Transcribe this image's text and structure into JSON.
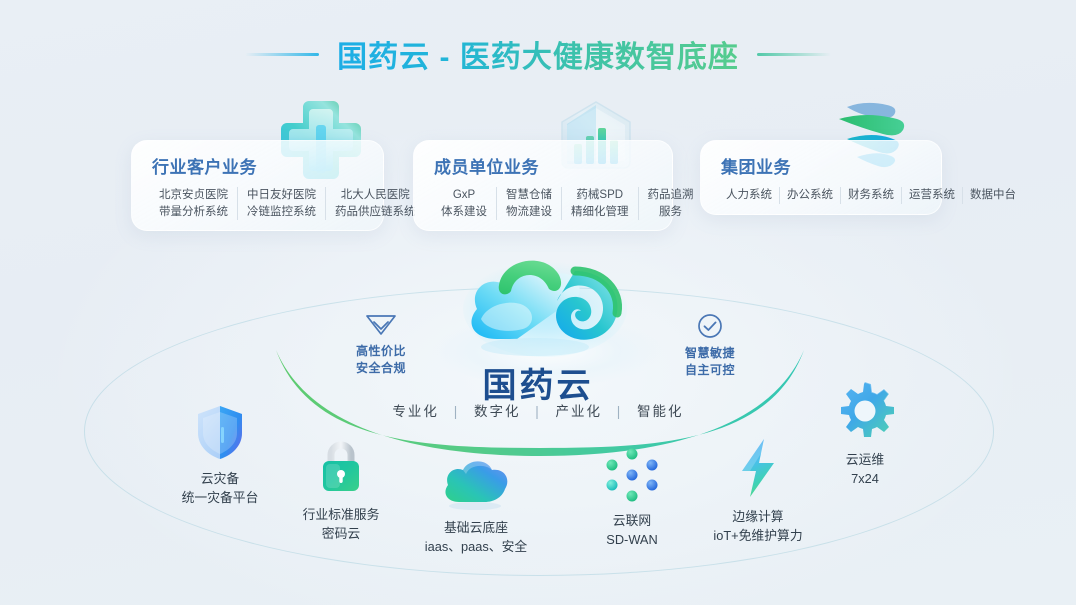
{
  "title": {
    "text": "国药云 - 医药大健康数智底座",
    "accent_start": "#1eaee6",
    "accent_end": "#56cc8d"
  },
  "cards": [
    {
      "id": "card-industry",
      "heading": "行业客户业务",
      "icon": "cross-icon",
      "items": [
        {
          "line1": "北京安贞医院",
          "line2": "带量分析系统"
        },
        {
          "line1": "中日友好医院",
          "line2": "冷链监控系统"
        },
        {
          "line1": "北大人民医院",
          "line2": "药品供应链系统"
        }
      ]
    },
    {
      "id": "card-member",
      "heading": "成员单位业务",
      "icon": "house-chart-icon",
      "items": [
        {
          "line1": "GxP",
          "line2": "体系建设"
        },
        {
          "line1": "智慧仓储",
          "line2": "物流建设"
        },
        {
          "line1": "药械SPD",
          "line2": "精细化管理"
        },
        {
          "line1": "药品追溯",
          "line2": "服务"
        }
      ]
    },
    {
      "id": "card-group",
      "heading": "集团业务",
      "icon": "ribbon-icon",
      "items": [
        {
          "line1": "人力系统",
          "line2": ""
        },
        {
          "line1": "办公系统",
          "line2": ""
        },
        {
          "line1": "财务系统",
          "line2": ""
        },
        {
          "line1": "运营系统",
          "line2": ""
        },
        {
          "line1": "数据中台",
          "line2": ""
        }
      ]
    }
  ],
  "center": {
    "logo_icon": "cloud-swirl-logo",
    "brand_name": "国药云",
    "tags": [
      "专业化",
      "数字化",
      "产业化",
      "智能化"
    ],
    "separator": "|"
  },
  "badges": [
    {
      "id": "badge-left",
      "icon": "diamond-icon",
      "line1": "高性价比",
      "line2": "安全合规"
    },
    {
      "id": "badge-right",
      "icon": "check-circle-icon",
      "line1": "智慧敏捷",
      "line2": "自主可控"
    }
  ],
  "nodes": [
    {
      "id": "node-dr",
      "icon": "shield-icon",
      "line1": "云灾备",
      "line2": "统一灾备平台"
    },
    {
      "id": "node-lock",
      "icon": "lock-icon",
      "line1": "行业标准服务",
      "line2": "密码云"
    },
    {
      "id": "node-cloud",
      "icon": "cloud-icon",
      "line1": "基础云底座",
      "line2": "iaas、paas、安全"
    },
    {
      "id": "node-net",
      "icon": "network-icon",
      "line1": "云联网",
      "line2": "SD-WAN"
    },
    {
      "id": "node-edge",
      "icon": "lightning-icon",
      "line1": "边缘计算",
      "line2": "ioT+免维护算力"
    },
    {
      "id": "node-ops",
      "icon": "gear-icon",
      "line1": "云运维",
      "line2": "7x24"
    }
  ]
}
